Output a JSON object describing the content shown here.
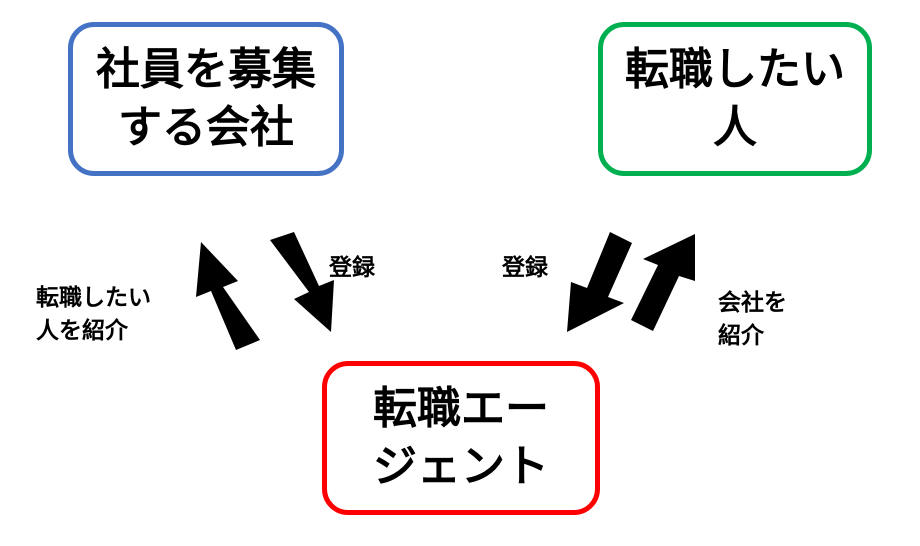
{
  "nodes": {
    "company": {
      "text": "社員を募集\nする会社",
      "border_color": "#4472C4"
    },
    "seeker": {
      "text": "転職したい\n人",
      "border_color": "#00B050"
    },
    "agent": {
      "text": "転職エー\nジェント",
      "border_color": "#FF0000"
    }
  },
  "edge_labels": {
    "introduce_person": "転職したい\n人を紹介",
    "register_left": "登録",
    "register_right": "登録",
    "introduce_company": "会社を\n紹介"
  },
  "edges": [
    {
      "from": "agent",
      "to": "company",
      "label": "introduce_person"
    },
    {
      "from": "company",
      "to": "agent",
      "label": "register_left"
    },
    {
      "from": "seeker",
      "to": "agent",
      "label": "register_right"
    },
    {
      "from": "agent",
      "to": "seeker",
      "label": "introduce_company"
    }
  ],
  "arrow_color": "#000000"
}
